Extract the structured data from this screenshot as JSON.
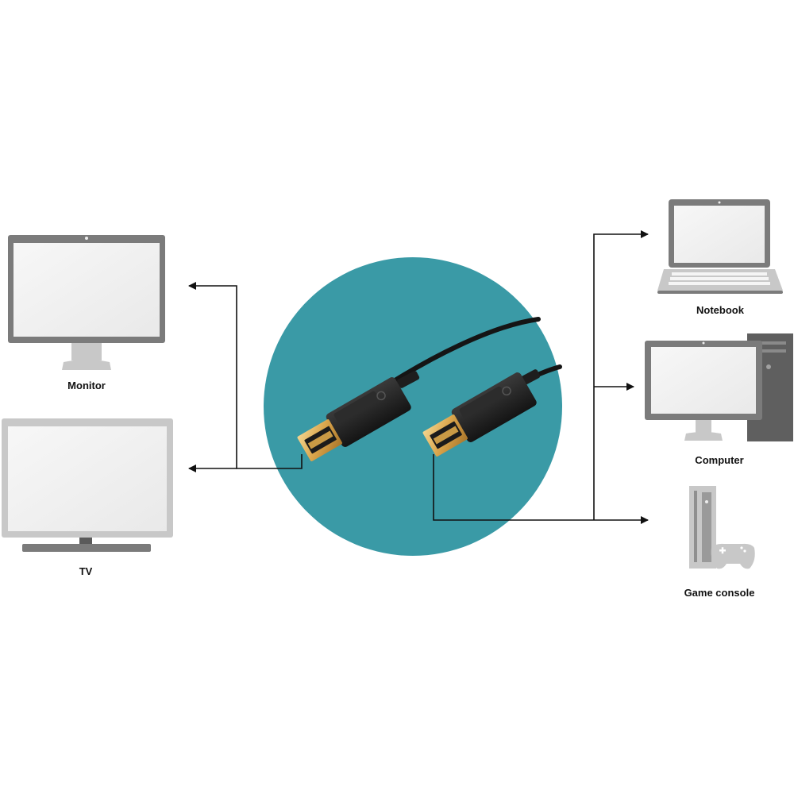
{
  "labels": {
    "monitor": "Monitor",
    "tv": "TV",
    "notebook": "Notebook",
    "computer": "Computer",
    "game_console": "Game console"
  },
  "colors": {
    "circle": "#3a9aa6",
    "device_frame": "#7b7b7b",
    "device_screen": "#f1f1f1",
    "device_light": "#c8c8c8",
    "connector_body": "#1e1e1e",
    "connector_gold": "#d9a44a",
    "line": "#111111"
  },
  "icons": {
    "monitor": "monitor-icon",
    "tv": "tv-icon",
    "notebook": "laptop-icon",
    "computer": "desktop-computer-icon",
    "game_console": "game-console-icon",
    "cable": "displayport-cable"
  }
}
